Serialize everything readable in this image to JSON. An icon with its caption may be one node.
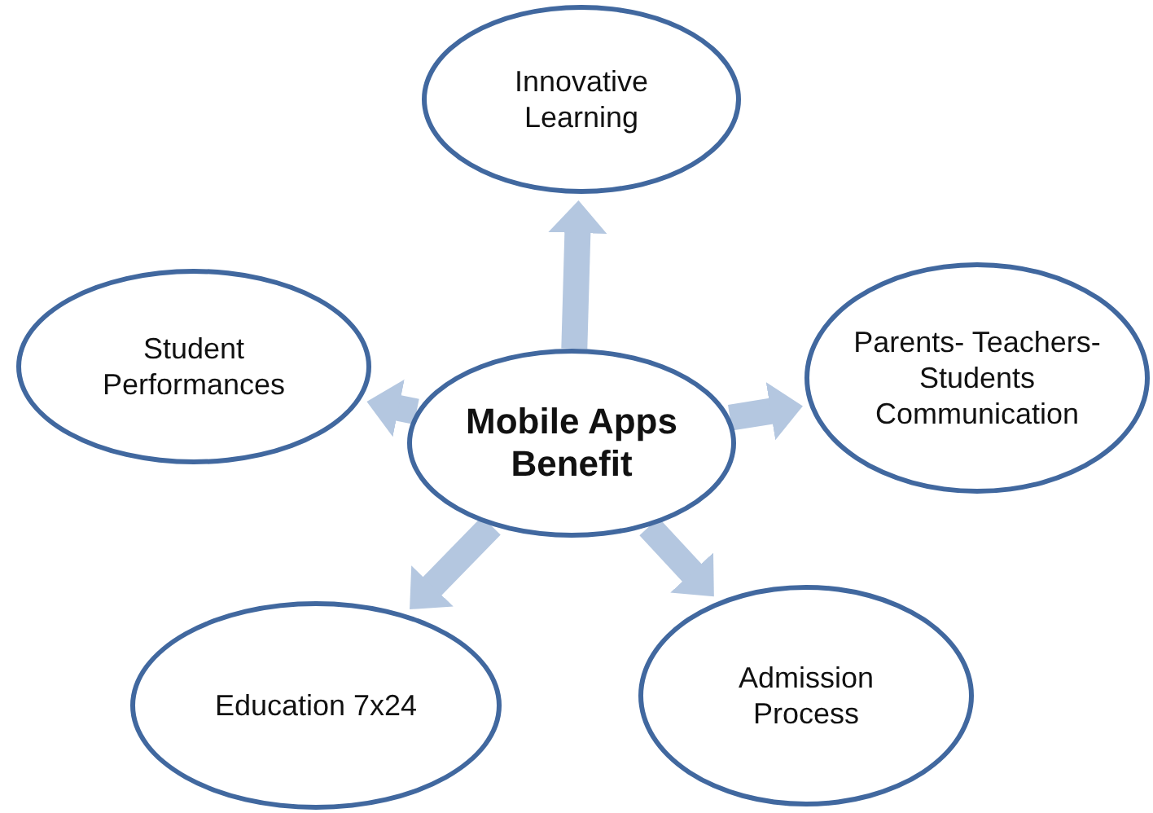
{
  "diagram": {
    "nodes": [
      {
        "text": [
          "Innovative Learning"
        ]
      },
      {
        "text": [
          "Student Performances"
        ]
      },
      {
        "text": [
          "Mobile Apps Benefit"
        ]
      },
      {
        "text": [
          "Parents- Teachers- Students Communication"
        ]
      },
      {
        "text": [
          "Education 7x24"
        ]
      },
      {
        "text": [
          "Admission Process"
        ]
      }
    ],
    "edges": [
      {
        "from": 2,
        "to": 0,
        "arrow": "to"
      },
      {
        "from": 2,
        "to": 1,
        "arrow": "to"
      },
      {
        "from": 2,
        "to": 3,
        "arrow": "to"
      },
      {
        "from": 2,
        "to": 4,
        "arrow": "to"
      },
      {
        "from": 2,
        "to": 5,
        "arrow": "to"
      }
    ]
  }
}
